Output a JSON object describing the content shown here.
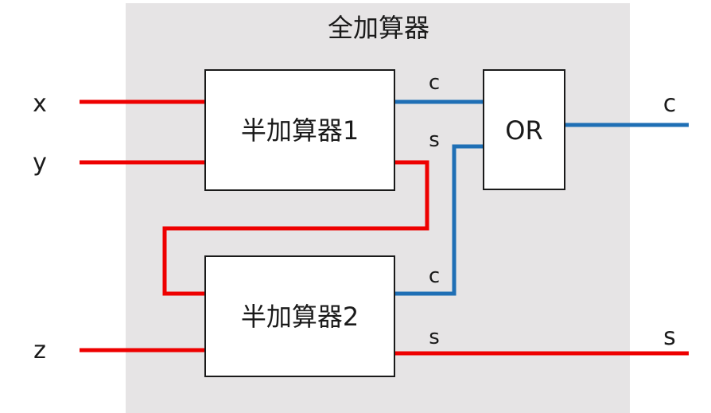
{
  "title": "全加算器",
  "inputs": {
    "x": "x",
    "y": "y",
    "z": "z"
  },
  "outputs": {
    "c": "c",
    "s": "s"
  },
  "blocks": {
    "ha1": "半加算器1",
    "ha2": "半加算器2",
    "or": "OR"
  },
  "ports": {
    "ha1_c": "c",
    "ha1_s": "s",
    "ha2_c": "c",
    "ha2_s": "s"
  },
  "colors": {
    "input_wire": "#ee0000",
    "carry_wire": "#1f6fb5",
    "enclosure": "#e6e4e5"
  }
}
